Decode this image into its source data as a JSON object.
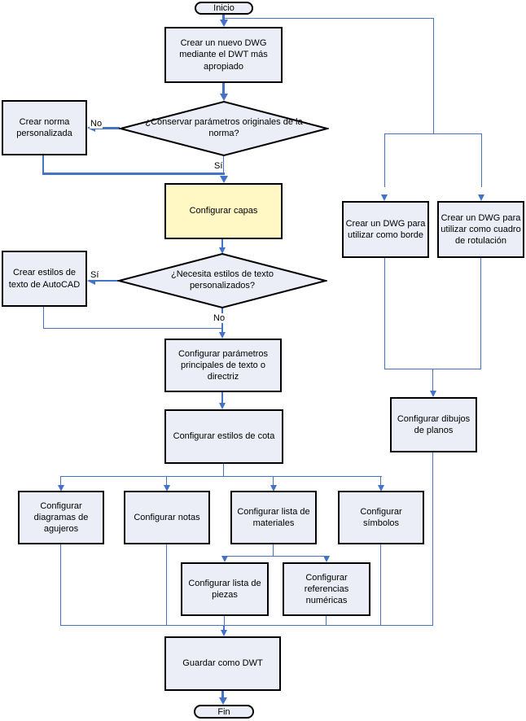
{
  "colors": {
    "line": "#4472C4",
    "node_fill": "#EBEEF6",
    "highlight_fill": "#FFF8C5",
    "border": "#000000",
    "background": "#FFFFFF"
  },
  "flowchart": {
    "nodes": {
      "start": "Inicio",
      "new_dwg": "Crear un nuevo DWG mediante el DWT más apropiado",
      "q_keep_params": "¿Conservar parámetros originales de la norma?",
      "create_standard": "Crear norma personalizada",
      "configure_layers": "Configurar capas",
      "q_text_styles": "¿Necesita estilos de texto personalizados?",
      "create_text_styles": "Crear estilos de texto de AutoCAD",
      "dwg_border": "Crear un DWG para utilizar como borde",
      "dwg_title_block": "Crear un DWG para utilizar como cuadro de rotulación",
      "text_leader_params": "Configurar parámetros principales de texto o directriz",
      "dim_styles": "Configurar estilos de cota",
      "sheet_drawings": "Configurar dibujos de planos",
      "hole_charts": "Configurar diagramas de agujeros",
      "notes": "Configurar notas",
      "bom": "Configurar lista de materiales",
      "symbols": "Configurar símbolos",
      "parts_list": "Configurar lista de piezas",
      "balloons": "Configurar referencias numéricas",
      "save_dwt": "Guardar como DWT",
      "end": "Fin"
    },
    "branch_labels": {
      "keep_no": "No",
      "keep_si": "Sí",
      "styles_si": "Sí",
      "styles_no": "No"
    }
  }
}
